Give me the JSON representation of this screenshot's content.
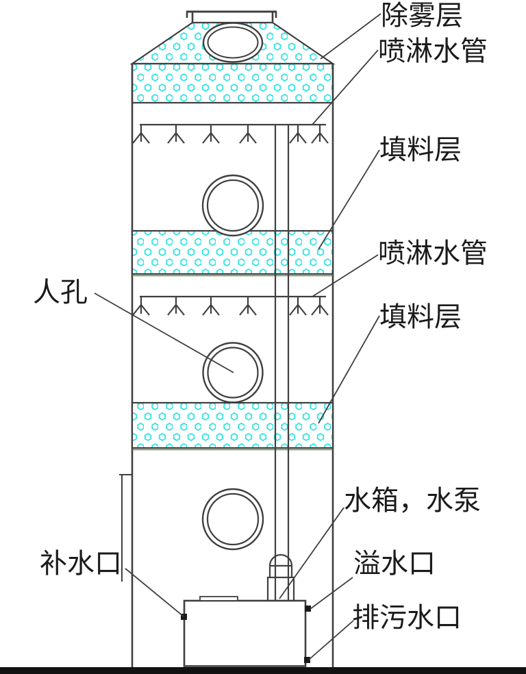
{
  "diagram": {
    "labels": {
      "demister": "除雾层",
      "spray_pipe_top": "喷淋水管",
      "packing_top": "填料层",
      "spray_pipe_mid": "喷淋水管",
      "packing_mid": "填料层",
      "manhole": "人孔",
      "tank_pump": "水箱，水泵",
      "makeup_port": "补水口",
      "overflow_port": "溢水口",
      "drain_port": "排污水口"
    },
    "colors": {
      "line": "#3f3f3f",
      "packing_pattern": "#2fe3e3",
      "band_edge_green": "#6a8a4a",
      "marker": "#1b1b1b",
      "bottom_bar": "#121212",
      "background": "#ffffff"
    }
  }
}
